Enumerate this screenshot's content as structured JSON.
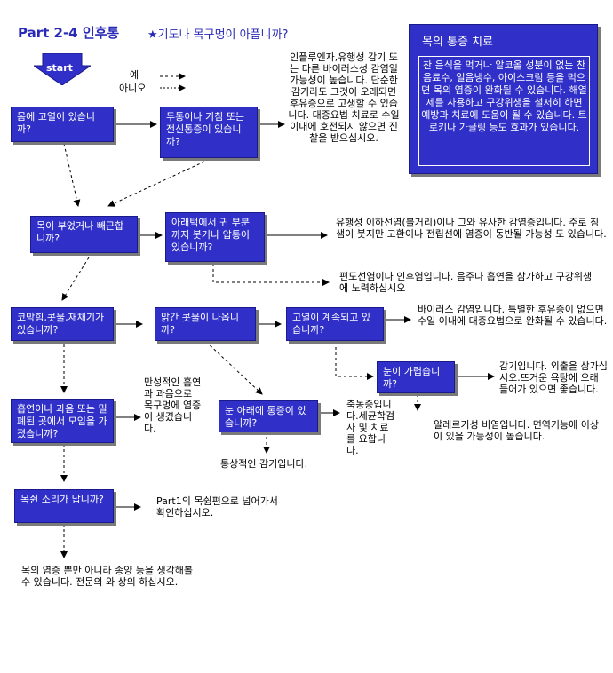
{
  "header": {
    "title": "Part 2-4 인후통",
    "subtitle": "★기도나 목구멍이 아픕니까?"
  },
  "legend": {
    "yes": "예",
    "no": "아니오"
  },
  "start": {
    "label": "start"
  },
  "treatment": {
    "title": "목의 통증 치료",
    "body": "찬 음식을 먹거나 알코올 성분이 없는 찬 음료수, 얼음냉수, 아이스크림 등을 먹으면 목의 염증이 완화될 수 있습니다. 해열제를 사용하고 구강위생을 철저히 하면 예방과 치료에 도움이 될 수 있습니다. 트로키나 가글링 등도 효과가 있습니다."
  },
  "questions": {
    "fever": "몸에 고열이 있습니까?",
    "headache": "두통이나 기침 또는 전신통증이 있습니까?",
    "swollen": "목이 부었거나 빼근합니까?",
    "jaw": "아래턱에서 귀 부분까지 붓거나 압통이 있습니까?",
    "nasal": "코막힘,콧물,재채기가 있습니까?",
    "clear_mucus": "맑간 콧물이 나옵니까?",
    "fever_continue": "고열이 계속되고 있습니까?",
    "smoking": "흡연이나 과음 또는 밀폐된 곳에서 모임을 가졌습니까?",
    "eye_pain": "눈 아래에 통증이 있습니까?",
    "itchy_eyes": "눈이 가렵습니까?",
    "hoarse": "목쉰 소리가 납니까?"
  },
  "answers": {
    "flu": "인플루엔자,유행성 감기 또는 다른 바이러스성 감염일 가능성이 높습니다. 단순한 감기라도 그것이 오래되면 후유증으로 고생할 수 있습니다. 대증요법 치료로 수일 이내에 호전되지 않으면 진찰을 받으십시오.",
    "mumps": "유행성 이하선염(볼거리)이나 그와 유사한 감염증입니다. 주로 침샘이 붓지만 고환이나 전립선에 염증이 동반될 가능성 도 있습니다.",
    "tonsil": "편도선염이나 인후염입니다. 음주나 흡연을 삼가하고 구강위생에 노력하십시오",
    "viral": "바이러스 감염입니다. 특별한 후유증이 없으면 수일 이내에 대증요법으로 완화될 수 있습니다.",
    "chronic": "만성적인 흡연과 과음으로 목구멍에 염증이 생겼습니다.",
    "sinus": "축농증입니다.세균학검사 및 치료를 요합니다.",
    "cold_eye": "감기입니다. 외출을 삼가십시오.뜨거운 욕탕에 오래 들어가 있으면 좋습니다.",
    "allergy": "알레르기성 비염입니다. 면역기능에 이상이 있을 가능성이 높습니다.",
    "common_cold": "통상적인 감기입니다.",
    "part1": "Part1의 목쉼편으로 넘어가서 확인하십시오.",
    "other": "목의 염증 뿐만 아니라 종양 등을 생각해볼 수 있습니다. 전문의 와 상의 하십시오."
  }
}
